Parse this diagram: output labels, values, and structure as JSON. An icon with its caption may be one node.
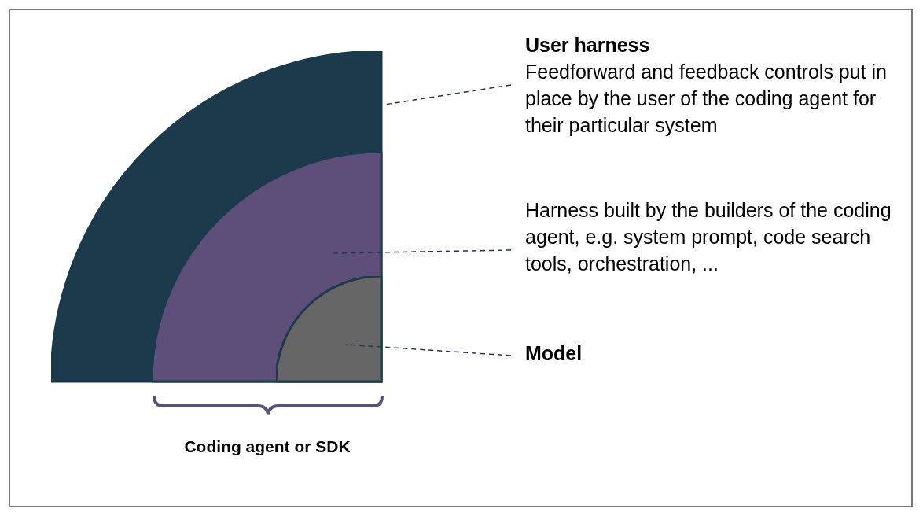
{
  "diagram": {
    "nodes": [
      {
        "text": [],
        "shape": "sector"
      },
      {
        "text": [],
        "shape": "sector",
        "in": 0
      },
      {
        "text": [],
        "shape": "sector",
        "in": 1
      },
      {
        "text": [
          "User harness",
          "Feedforward and feedback controls put in place by the user of the coding agent for their particular system"
        ]
      },
      {
        "text": [
          "Harness built by the builders of the coding agent, e.g. system prompt, code search tools, orchestration, ..."
        ]
      },
      {
        "text": [
          "Model"
        ]
      }
    ],
    "edges": [
      {
        "from": 3,
        "to": 0,
        "arrow": "none",
        "style": "dashed"
      },
      {
        "from": 4,
        "to": 1,
        "arrow": "none",
        "style": "dashed"
      },
      {
        "from": 5,
        "to": 2,
        "arrow": "none",
        "style": "dashed"
      }
    ],
    "labels": [
      "Coding agent or SDK"
    ]
  }
}
